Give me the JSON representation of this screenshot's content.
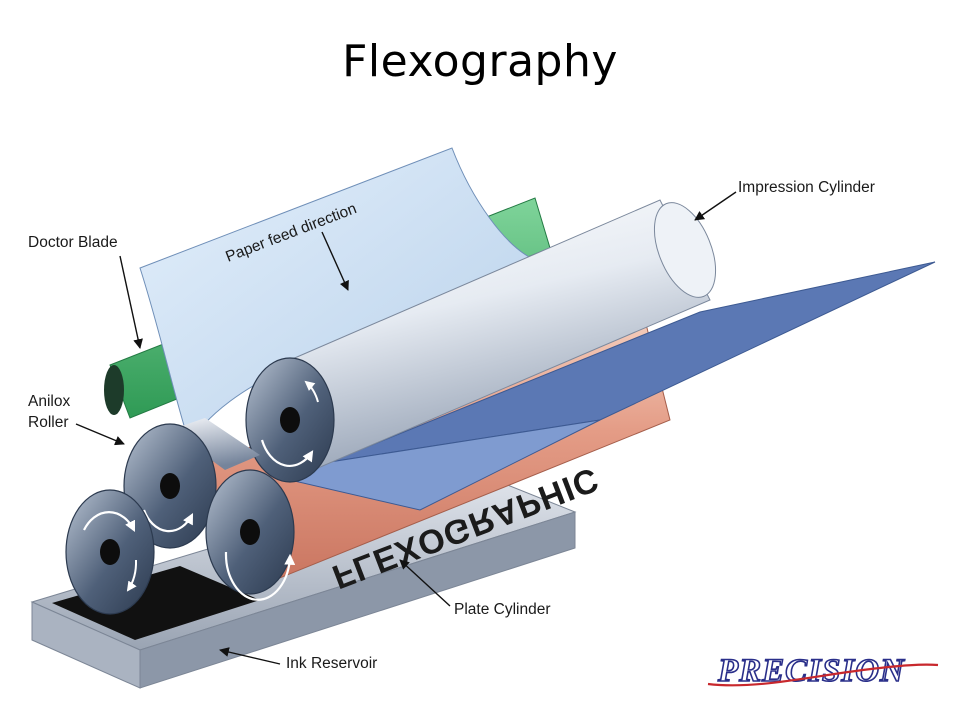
{
  "slide": {
    "title": "Flexography"
  },
  "diagram": {
    "labels": {
      "impression_cylinder": "Impression Cylinder",
      "doctor_blade": "Doctor Blade",
      "anilox_line1": "Anilox",
      "anilox_line2": "Roller",
      "paper_feed": "Paper feed direction",
      "plate_cylinder": "Plate Cylinder",
      "ink_reservoir": "Ink Reservoir",
      "plate_text": "FLEXOGRAPHIC"
    },
    "colors": {
      "paper": "#cfe2f3",
      "paper_dark": "#5b78b4",
      "plate": "#e39a86",
      "cylinder_metal": "#dfe6ef",
      "roller_end": "#3d4e66",
      "doctor_blade": "#3fae62",
      "reservoir": "#c9cfd8"
    }
  },
  "logo": {
    "text": "PRECISION",
    "color": "#2a2f8a",
    "accent": "#c8282d"
  }
}
